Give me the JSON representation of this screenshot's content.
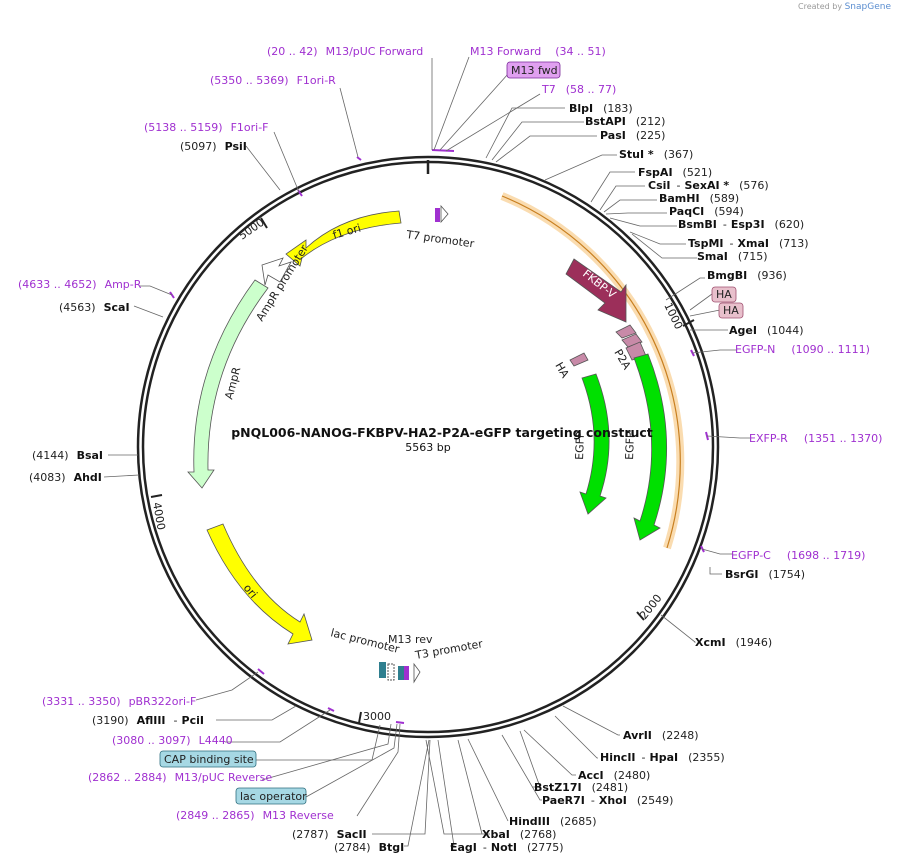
{
  "brand": {
    "prefix": "Created by",
    "name": "SnapGene"
  },
  "map": {
    "title": "pNQL006-NANOG-FKBPV-HA2-P2A-eGFP targeting construct",
    "size_label": "5563 bp",
    "length": 5563
  },
  "ticks": [
    "1000",
    "2000",
    "3000",
    "4000",
    "5000"
  ],
  "features": [
    {
      "name": "FKBP-V",
      "color": "#9c2f5a"
    },
    {
      "name": "HA",
      "color": "#d4a0b8"
    },
    {
      "name": "HA",
      "color": "#d4a0b8"
    },
    {
      "name": "P2A",
      "color": "#c88aa8"
    },
    {
      "name": "HA",
      "color": "#c88aa8"
    },
    {
      "name": "EGFP",
      "color": "#00e000"
    },
    {
      "name": "EGFP",
      "color": "#00e000"
    },
    {
      "name": "f1 ori",
      "color": "#ffff00"
    },
    {
      "name": "AmpR promoter",
      "color": "#ffffff"
    },
    {
      "name": "AmpR",
      "color": "#ccffcc"
    },
    {
      "name": "ori",
      "color": "#ffff00"
    },
    {
      "name": "lac promoter",
      "color": "#ffffff"
    },
    {
      "name": "M13 rev",
      "color": "#a030d0"
    },
    {
      "name": "T3 promoter",
      "color": "#ffffff"
    },
    {
      "name": "T7 promoter",
      "color": "#ffffff"
    }
  ],
  "sites": [
    {
      "name": "BlpI",
      "pos": "(183)"
    },
    {
      "name": "BstAPI",
      "pos": "(212)"
    },
    {
      "name": "PasI",
      "pos": "(225)"
    },
    {
      "name": "StuI *",
      "pos": "(367)"
    },
    {
      "name": "FspAI",
      "pos": "(521)"
    },
    {
      "name": "CsiI",
      "name2": "SexAI *",
      "pos": "(576)"
    },
    {
      "name": "BamHI",
      "pos": "(589)"
    },
    {
      "name": "PaqCI",
      "pos": "(594)"
    },
    {
      "name": "BsmBI",
      "name2": "Esp3I",
      "pos": "(620)"
    },
    {
      "name": "TspMI",
      "name2": "XmaI",
      "pos": "(713)"
    },
    {
      "name": "SmaI",
      "pos": "(715)"
    },
    {
      "name": "BmgBI",
      "pos": "(936)"
    },
    {
      "name": "AgeI",
      "pos": "(1044)"
    },
    {
      "name": "BsrGI",
      "pos": "(1754)"
    },
    {
      "name": "XcmI",
      "pos": "(1946)"
    },
    {
      "name": "AvrII",
      "pos": "(2248)"
    },
    {
      "name": "HincII",
      "name2": "HpaI",
      "pos": "(2355)"
    },
    {
      "name": "AccI",
      "pos": "(2480)"
    },
    {
      "name": "BstZ17I",
      "pos": "(2481)"
    },
    {
      "name": "PaeR7I",
      "name2": "XhoI",
      "pos": "(2549)"
    },
    {
      "name": "HindIII",
      "pos": "(2685)"
    },
    {
      "name": "XbaI",
      "pos": "(2768)"
    },
    {
      "name": "EagI",
      "name2": "NotI",
      "pos": "(2775)"
    },
    {
      "name": "SacII",
      "pos": "(2787)"
    },
    {
      "name": "BtgI",
      "pos": "(2784)"
    },
    {
      "name": "AflIII",
      "name2": "PciI",
      "pos": "(3190)"
    },
    {
      "name": "AhdI",
      "pos": "(4083)"
    },
    {
      "name": "BsaI",
      "pos": "(4144)"
    },
    {
      "name": "ScaI",
      "pos": "(4563)"
    },
    {
      "name": "PsiI",
      "pos": "(5097)"
    }
  ],
  "primers": [
    {
      "range": "(20 .. 42)",
      "name": "M13/pUC Forward"
    },
    {
      "range": "(34 .. 51)",
      "name": "M13 Forward"
    },
    {
      "name": "M13 fwd"
    },
    {
      "range": "(58 .. 77)",
      "name": "T7"
    },
    {
      "range": "(5350 .. 5369)",
      "name": "F1ori-R"
    },
    {
      "range": "(5138 .. 5159)",
      "name": "F1ori-F"
    },
    {
      "range": "(4633 .. 4652)",
      "name": "Amp-R"
    },
    {
      "range": "(1090 .. 1111)",
      "name": "EGFP-N"
    },
    {
      "range": "(1351 .. 1370)",
      "name": "EXFP-R"
    },
    {
      "range": "(1698 .. 1719)",
      "name": "EGFP-C"
    },
    {
      "range": "(3331 .. 3350)",
      "name": "pBR322ori-F"
    },
    {
      "range": "(3080 .. 3097)",
      "name": "L4440"
    },
    {
      "range": "(2862 .. 2884)",
      "name": "M13/pUC Reverse"
    },
    {
      "range": "(2849 .. 2865)",
      "name": "M13 Reverse"
    }
  ],
  "boxed_features": [
    {
      "name": "HA",
      "fill": "#e8c0cc"
    },
    {
      "name": "HA",
      "fill": "#e8c0cc"
    },
    {
      "name": "CAP binding site",
      "fill": "#a6d8e4"
    },
    {
      "name": "lac operator",
      "fill": "#a6d8e4"
    }
  ],
  "colors": {
    "backbone": "#222222",
    "primer": "#a030d0",
    "highlight_arc": "#f5b95a"
  }
}
